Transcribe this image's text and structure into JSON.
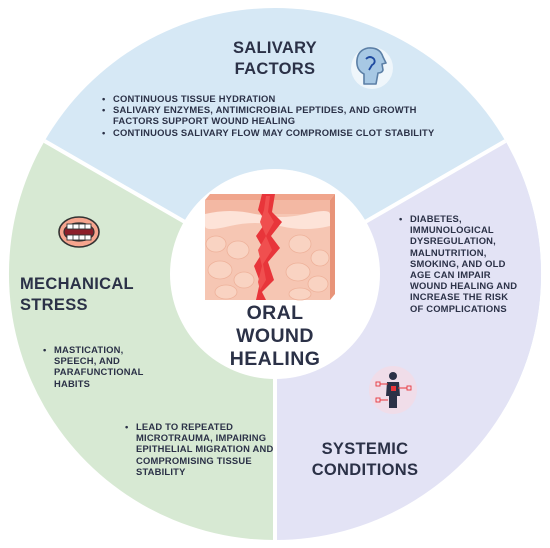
{
  "center": {
    "title_lines": [
      "ORAL",
      "WOUND",
      "HEALING"
    ]
  },
  "segments": {
    "salivary": {
      "title_lines": [
        "SALIVARY",
        "FACTORS"
      ],
      "bullets": [
        "CONTINUOUS TISSUE HYDRATION",
        "SALIVARY ENZYMES, ANTIMICROBIAL PEPTIDES, AND GROWTH FACTORS SUPPORT WOUND HEALING",
        "CONTINUOUS SALIVARY FLOW MAY COMPROMISE CLOT STABILITY"
      ],
      "color": "#d6e8f5",
      "icon": "head-profile-icon"
    },
    "systemic": {
      "title_lines": [
        "SYSTEMIC",
        "CONDITIONS"
      ],
      "bullets": [
        "DIABETES, IMMUNOLOGICAL DYSREGULATION, MALNUTRITION, SMOKING, AND OLD AGE CAN IMPAIR WOUND HEALING AND INCREASE THE RISK OF COMPLICATIONS"
      ],
      "color": "#e3e3f5",
      "icon": "body-diagnosis-icon"
    },
    "mechanical": {
      "title_lines": [
        "MECHANICAL",
        "STRESS"
      ],
      "bullets": [
        "MASTICATION, SPEECH, AND PARAFUNCTIONAL HABITS",
        "LEAD TO REPEATED MICROTRAUMA, IMPAIRING EPITHELIAL MIGRATION AND COMPROMISING TISSUE STABILITY"
      ],
      "color": "#d7e9d3",
      "icon": "mouth-teeth-icon"
    }
  },
  "center_icon": "skin-wound-icon"
}
